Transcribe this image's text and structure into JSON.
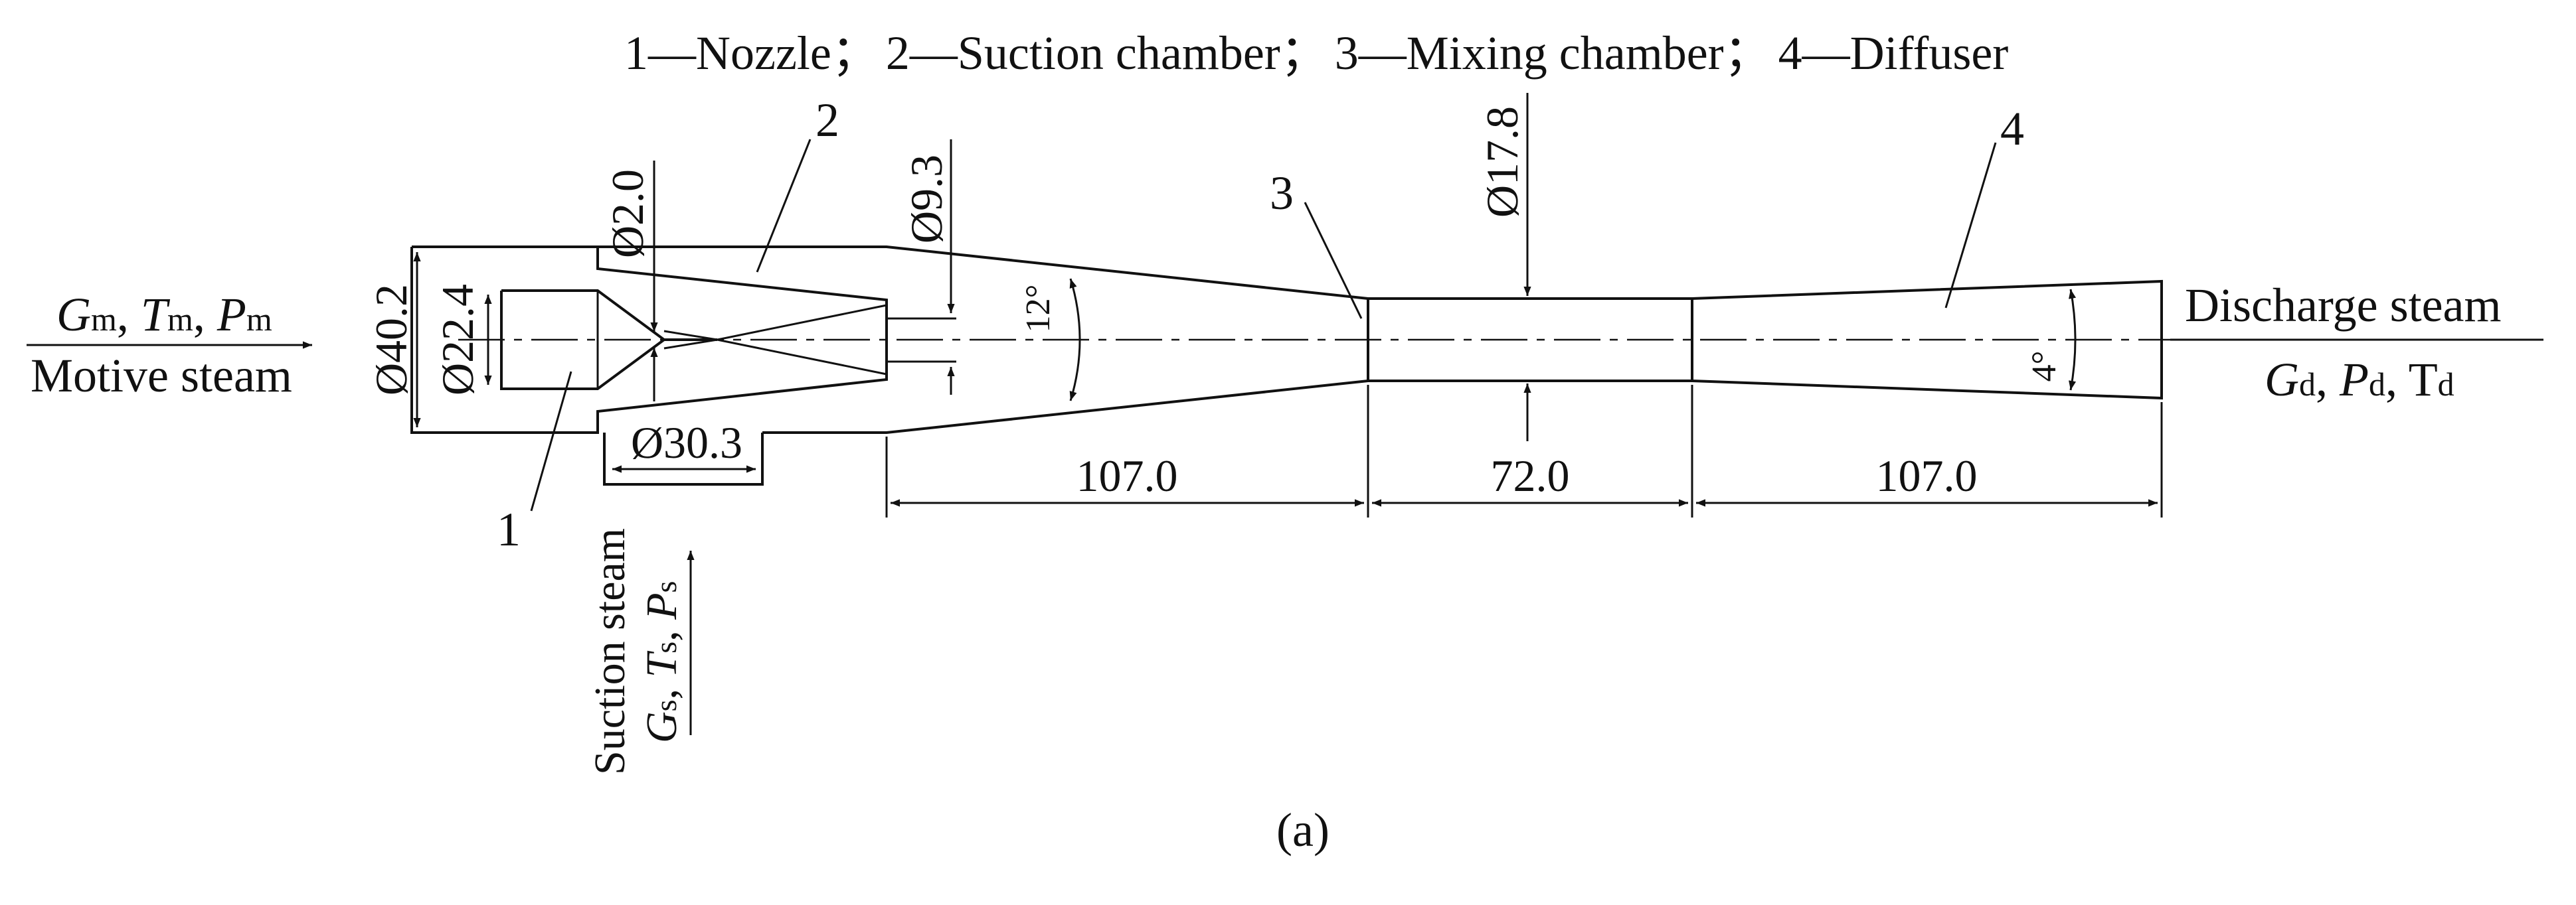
{
  "diagram": {
    "legend": {
      "n1": "1",
      "t1": "Nozzle",
      "n2": "2",
      "t2": "Suction chamber",
      "n3": "3",
      "t3": "Mixing chamber",
      "n4": "4",
      "t4": "Diffuser",
      "dash": "—",
      "sep": "；"
    },
    "callouts": {
      "c1": "1",
      "c2": "2",
      "c3": "3",
      "c4": "4"
    },
    "dimensions": {
      "d_outer_inlet": "Ø40.2",
      "d_nozzle_inlet": "Ø22.4",
      "d_throat": "Ø2.0",
      "d_nozzle_exit": "Ø9.3",
      "d_suction": "Ø30.3",
      "d_mixing": "Ø17.8",
      "len_converging": "107.0",
      "len_mixing": "72.0",
      "len_diffuser": "107.0",
      "angle_converging": "12°",
      "angle_diffuser": "4°"
    },
    "flows": {
      "motive": {
        "G": "G",
        "Gs": "m",
        "T": "T",
        "Ts": "m",
        "P": "P",
        "Ps": "m",
        "label": "Motive steam"
      },
      "suction": {
        "label": "Suction steam",
        "G": "G",
        "Gs": "s",
        "T": "T",
        "Ts": "s",
        "P": "P",
        "Ps": "s"
      },
      "discharge": {
        "label": "Discharge steam",
        "G": "G",
        "Gs": "d",
        "P": "P",
        "Ps": "d",
        "T": "T",
        "Ts": "d"
      }
    },
    "caption": "(a)"
  }
}
